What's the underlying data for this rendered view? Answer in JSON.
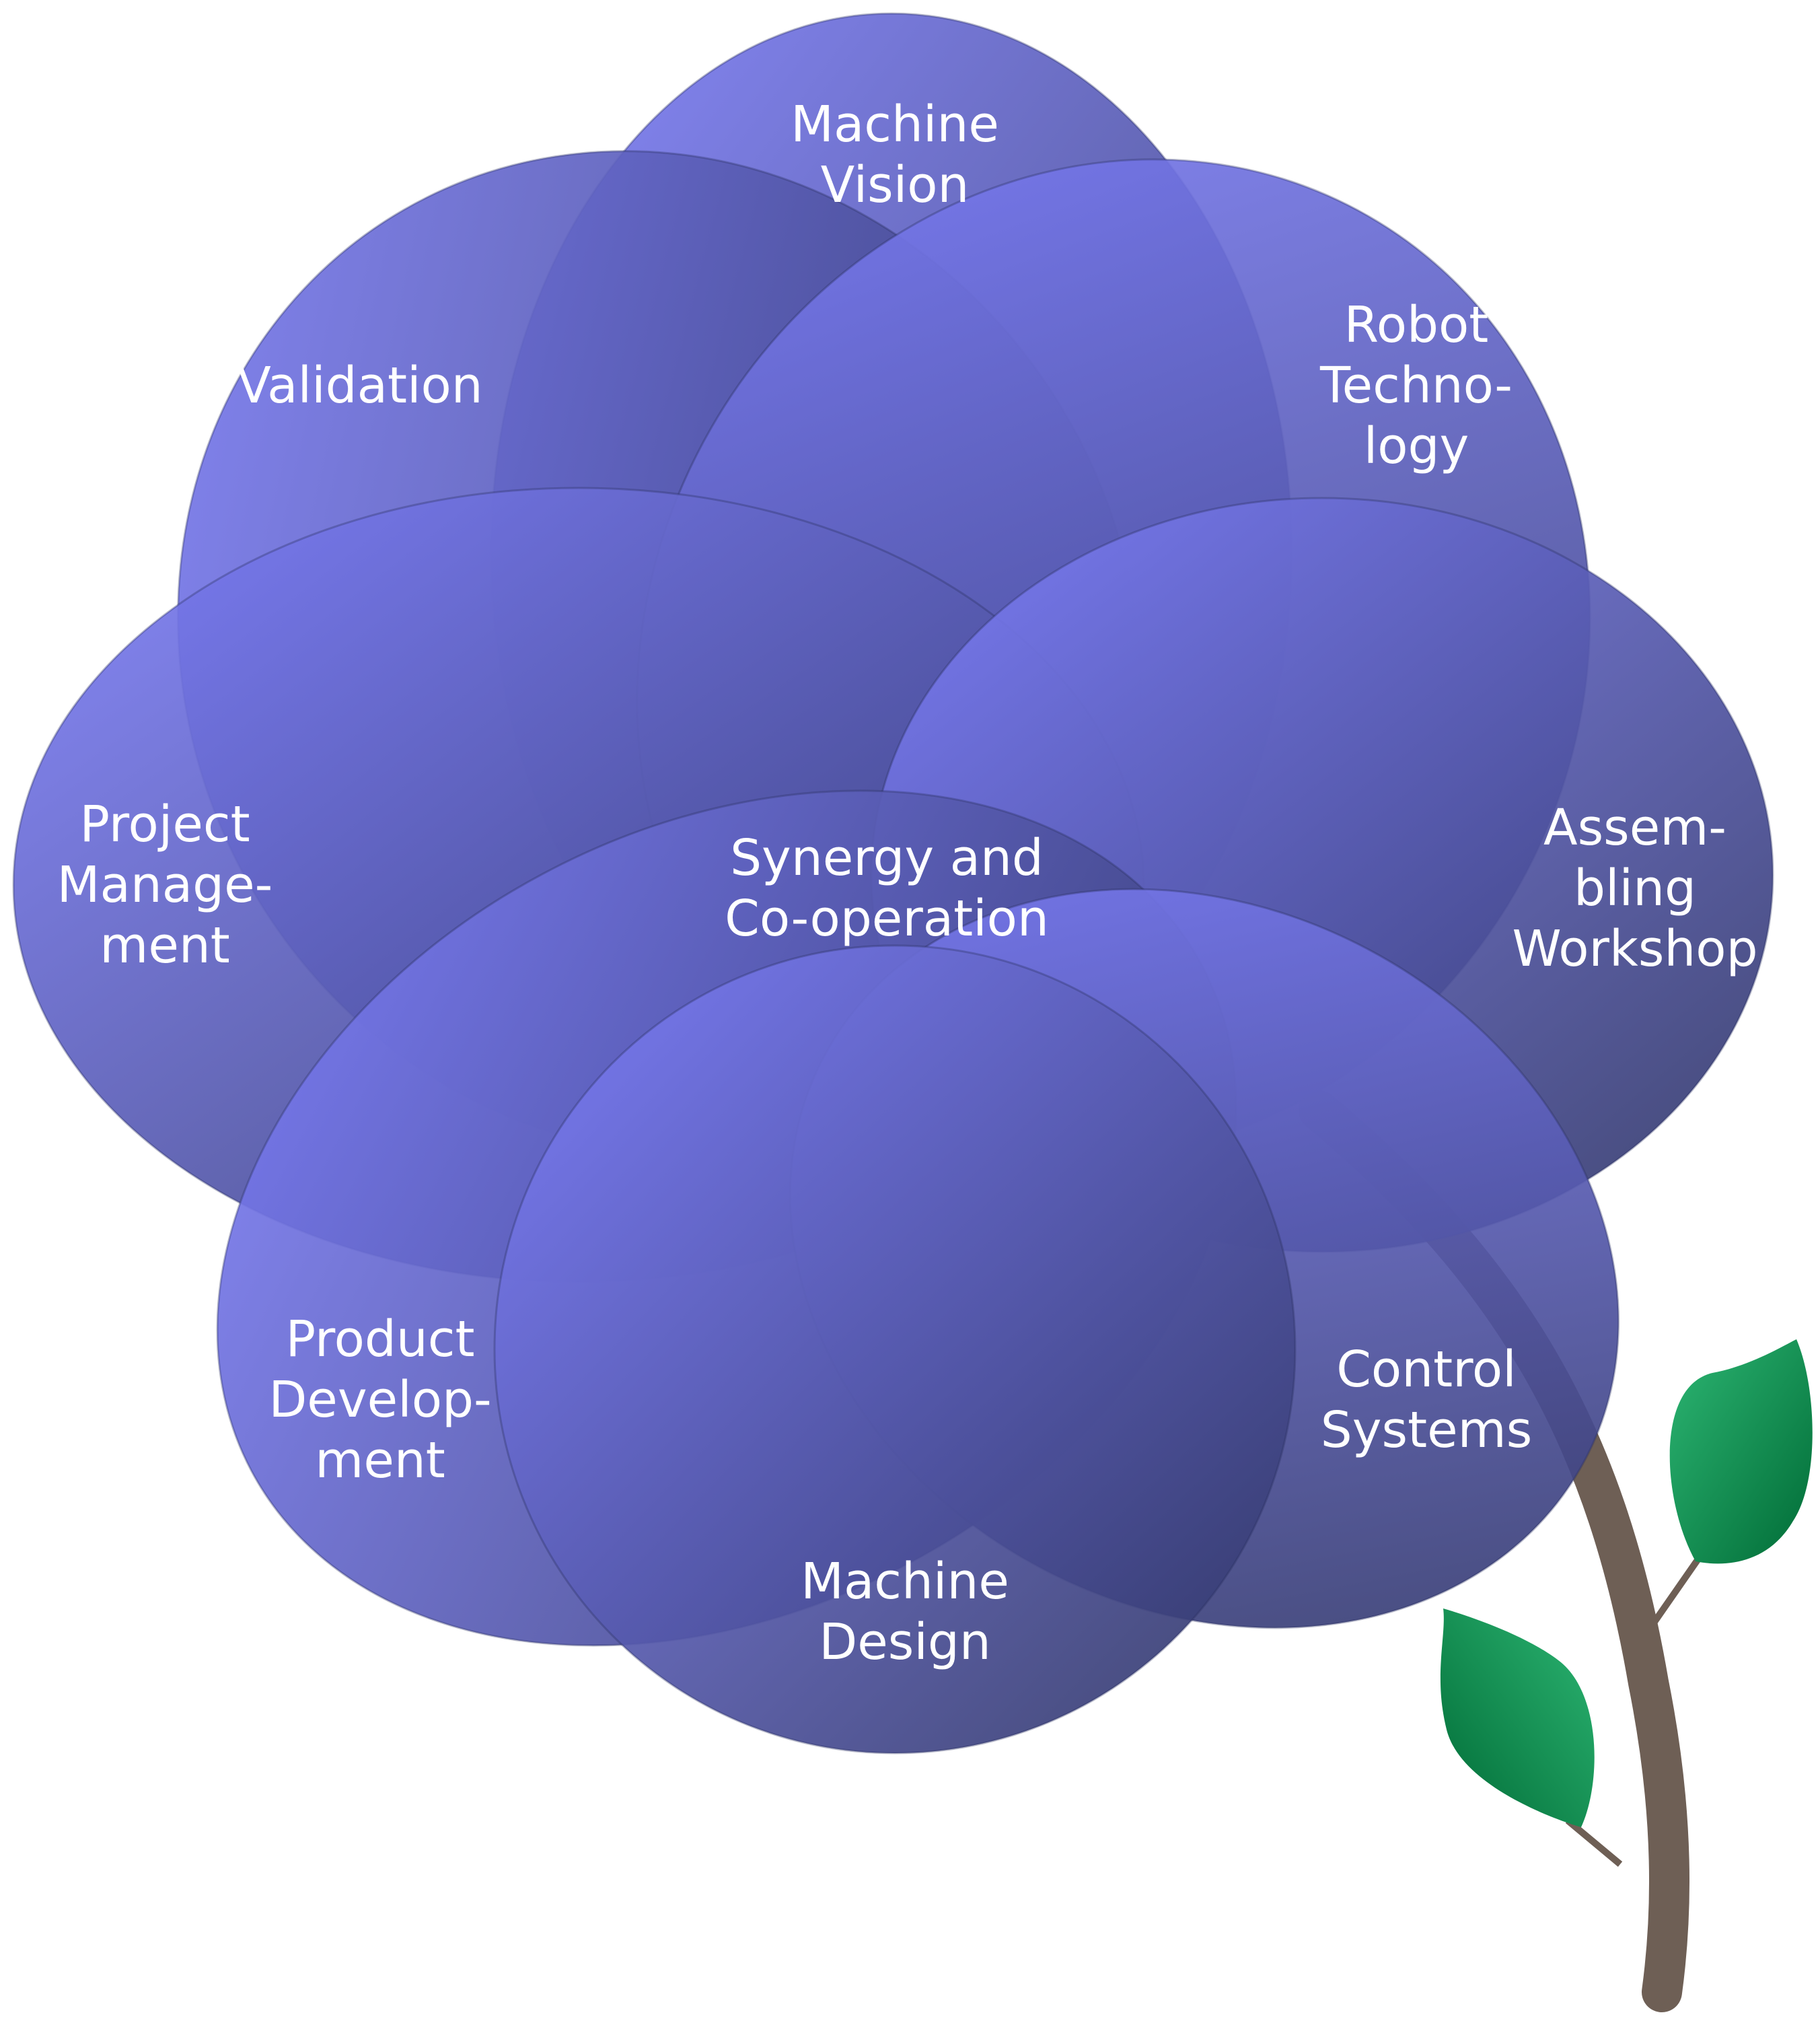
{
  "center": {
    "lines": [
      "Synergy and",
      "Co-operation"
    ]
  },
  "petals": [
    {
      "id": "machine-vision",
      "lines": [
        "Machine",
        "Vision"
      ]
    },
    {
      "id": "validation",
      "lines": [
        "Validation"
      ]
    },
    {
      "id": "robot-technology",
      "lines": [
        "Robot",
        "Techno-",
        "logy"
      ]
    },
    {
      "id": "project-management",
      "lines": [
        "Project",
        "Manage-",
        "ment"
      ]
    },
    {
      "id": "assembling-workshop",
      "lines": [
        "Assem-",
        "bling",
        "Workshop"
      ]
    },
    {
      "id": "product-development",
      "lines": [
        "Product",
        "Develop-",
        "ment"
      ]
    },
    {
      "id": "control-systems",
      "lines": [
        "Control",
        "Systems"
      ]
    },
    {
      "id": "machine-design",
      "lines": [
        "Machine",
        "Design"
      ]
    }
  ],
  "colors": {
    "petal_light": "#7e7ffb",
    "petal_dark": "#333a66",
    "petal_edge": "#2c3160",
    "stem": "#6e5f55",
    "leaf_light": "#2db673",
    "leaf_dark": "#006b36",
    "text": "#ffffff"
  },
  "icons": {
    "stem": "stem-branch",
    "leaves": [
      "leaf-icon",
      "leaf-icon"
    ]
  }
}
